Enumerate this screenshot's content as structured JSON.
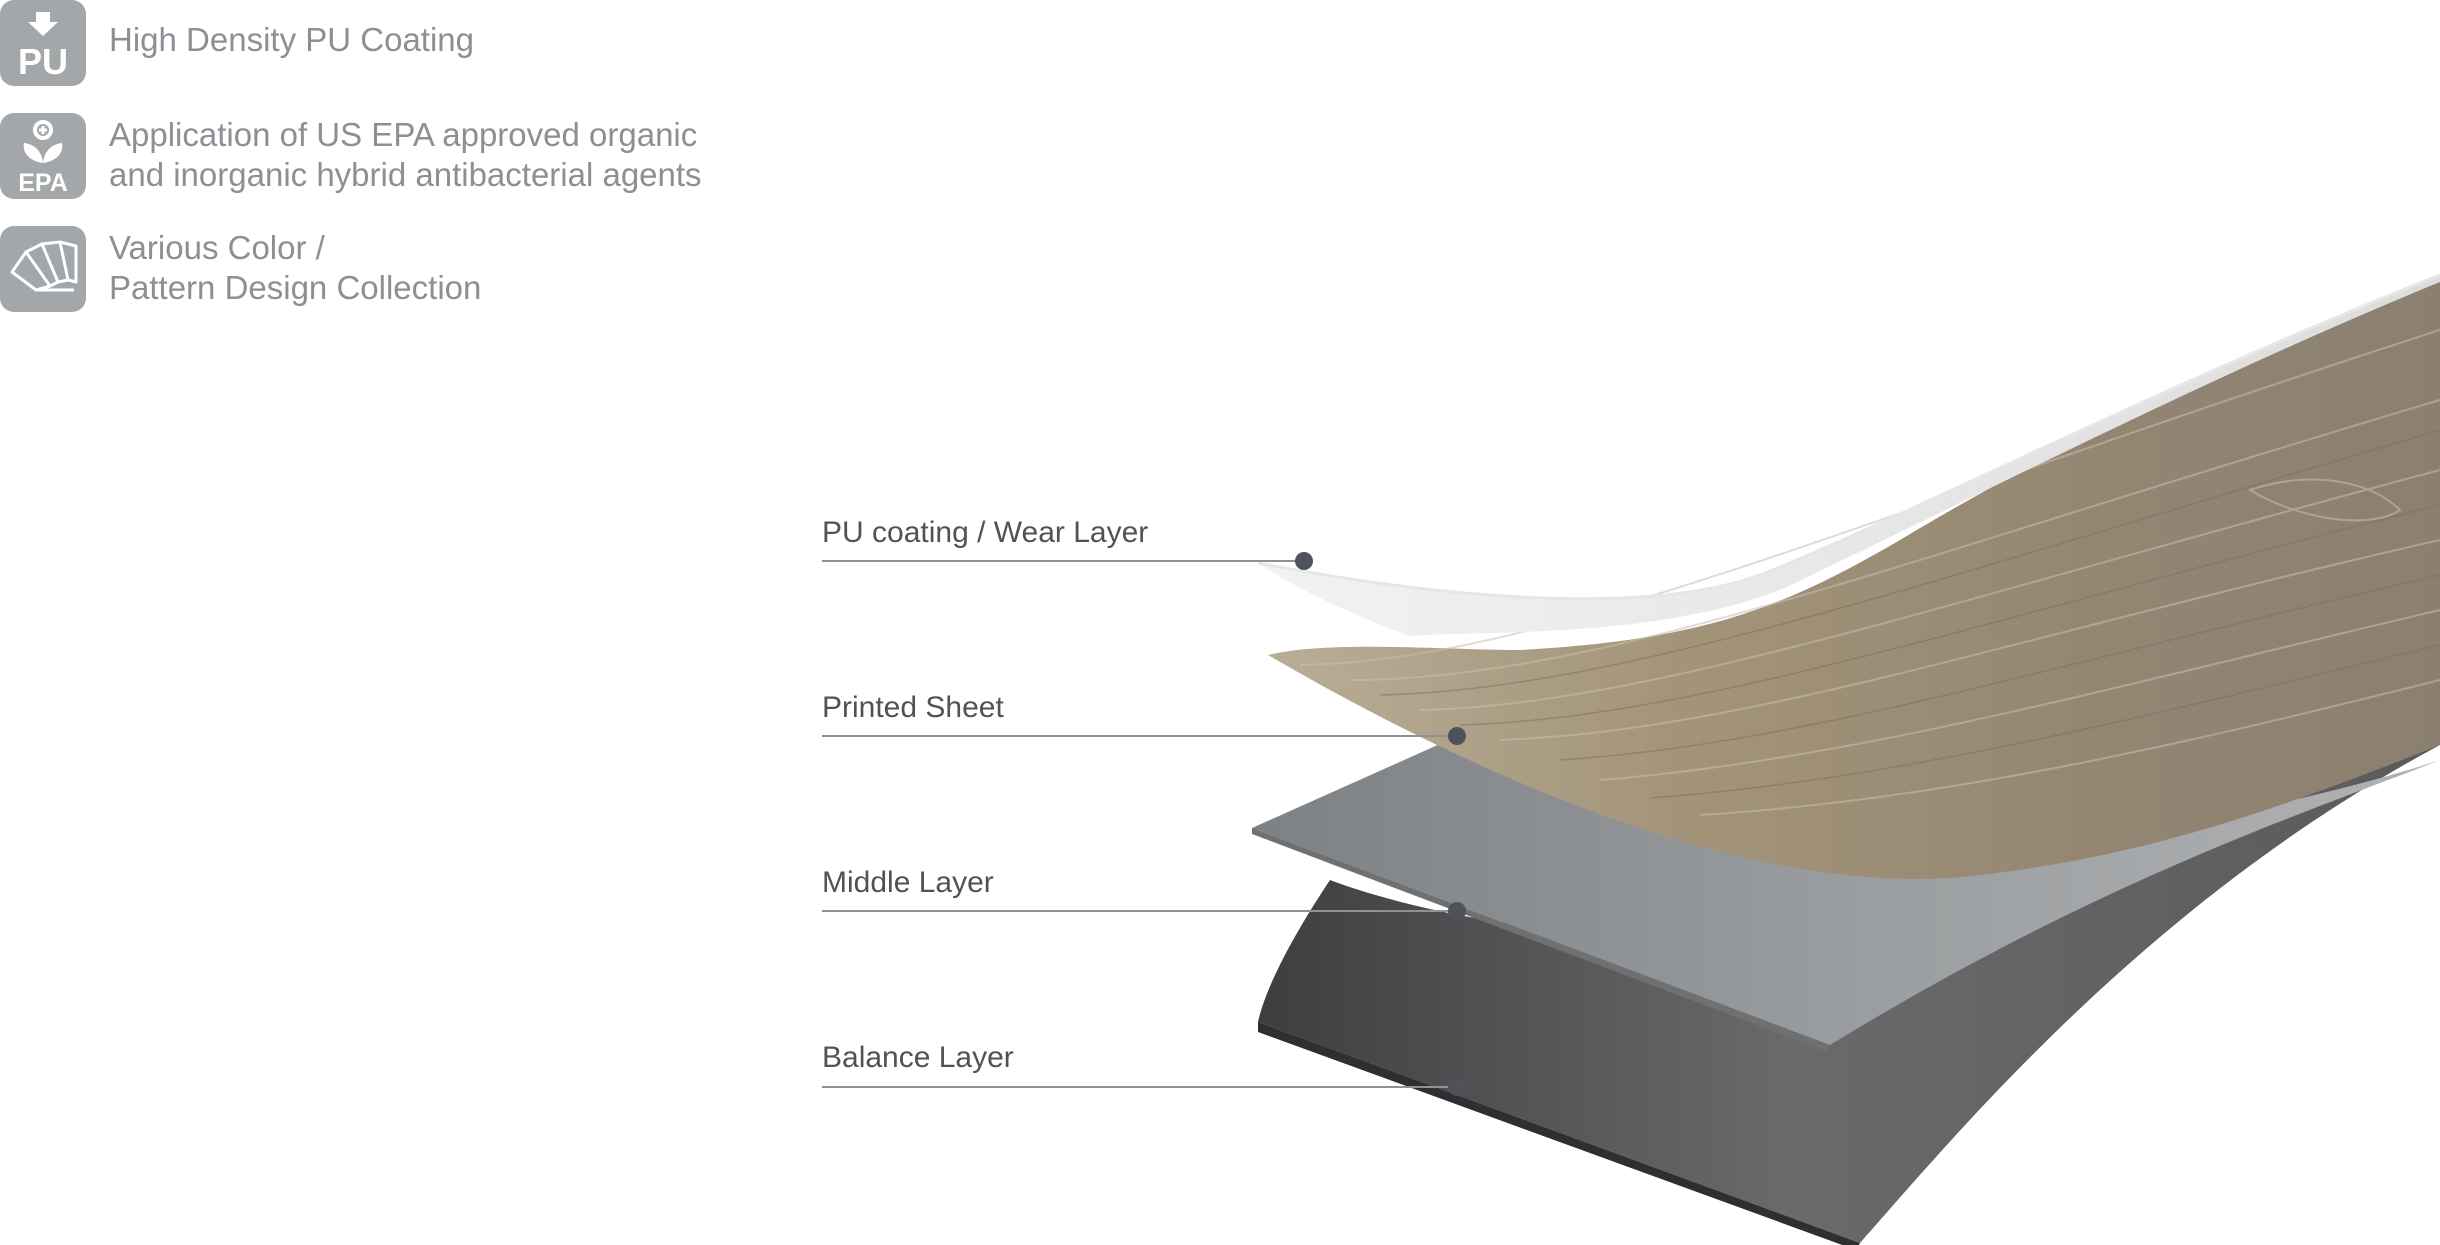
{
  "features": [
    {
      "icon": "pu-coating-icon",
      "badge_text": "PU",
      "lines": [
        "High Density PU Coating"
      ]
    },
    {
      "icon": "epa-antibacterial-icon",
      "badge_text": "EPA",
      "lines": [
        "Application of US EPA approved organic",
        "and inorganic hybrid antibacterial agents"
      ]
    },
    {
      "icon": "color-swatch-fan-icon",
      "lines": [
        "Various Color /",
        "Pattern Design Collection"
      ]
    }
  ],
  "layers": [
    {
      "label": "PU coating / Wear Layer"
    },
    {
      "label": "Printed Sheet"
    },
    {
      "label": "Middle Layer"
    },
    {
      "label": "Balance Layer"
    }
  ],
  "colors": {
    "badge": "#a3a7aa",
    "feature_text": "#8c8f93",
    "label_text": "#4f5357",
    "leader_line": "#8e9296",
    "wood": "#9a8c78",
    "middle_layer": "#8f9294",
    "balance_layer": "#5a5a5c"
  }
}
